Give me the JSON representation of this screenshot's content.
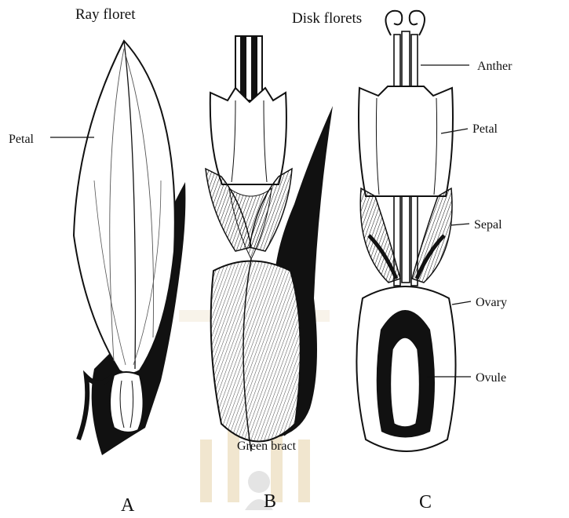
{
  "titles": {
    "ray": "Ray floret",
    "disk": "Disk florets"
  },
  "labels": {
    "petal_a": "Petal",
    "anther": "Anther",
    "petal_c": "Petal",
    "sepal": "Sepal",
    "ovary": "Ovary",
    "ovule": "Ovule",
    "green_bract": "Green bract"
  },
  "panels": {
    "a": "A",
    "b": "B",
    "c": "C"
  },
  "colors": {
    "ink": "#111111",
    "watermark": "#e6d2a8"
  }
}
